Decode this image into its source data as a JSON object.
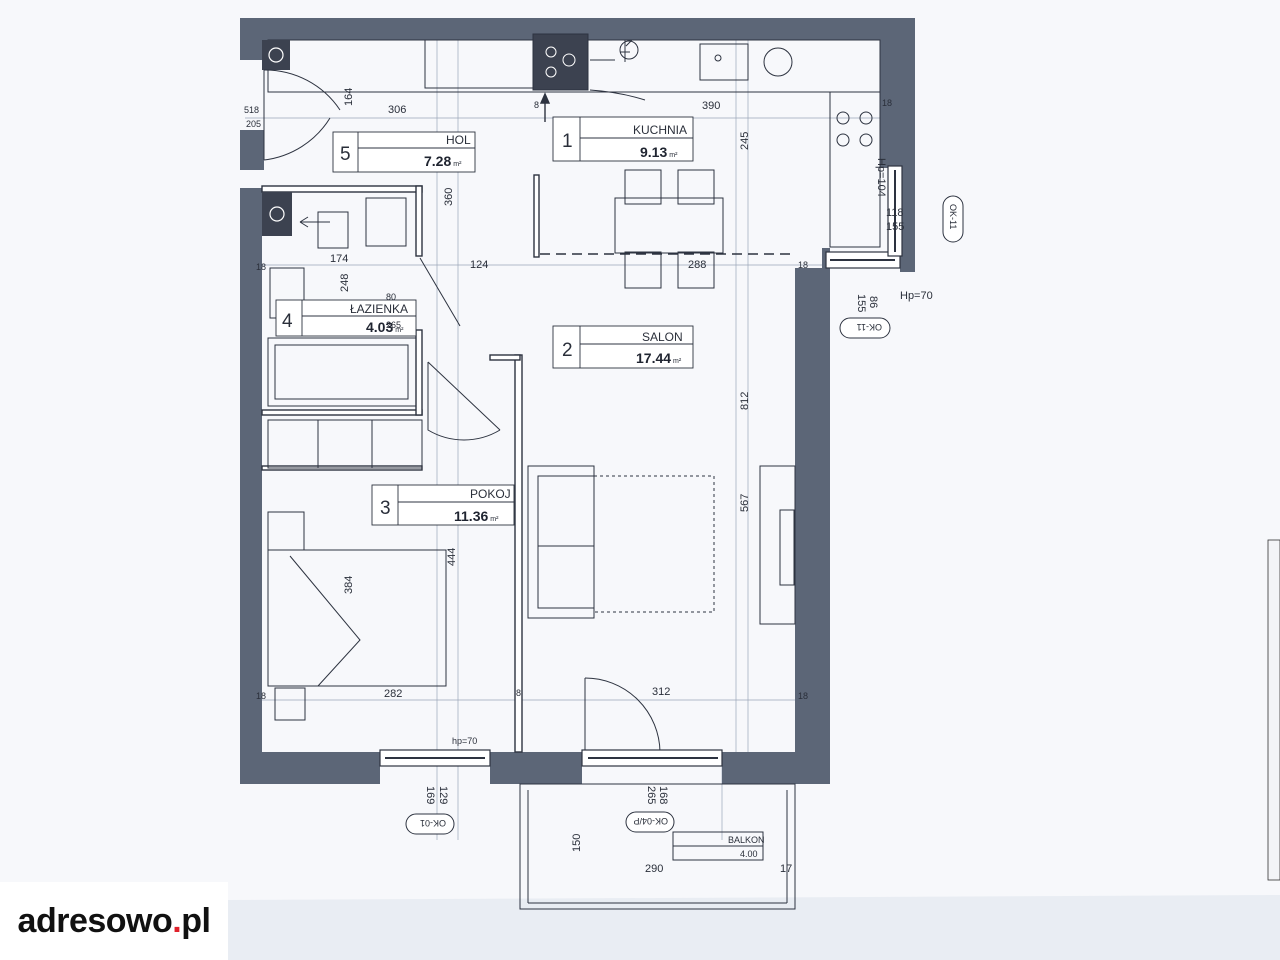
{
  "brand": {
    "name": "adresowo",
    "dot": ".",
    "tld": "pl",
    "accent": "#e0212b"
  },
  "rooms": [
    {
      "num": "1",
      "name": "KUCHNIA",
      "area": "9.13"
    },
    {
      "num": "2",
      "name": "SALON",
      "area": "17.44"
    },
    {
      "num": "3",
      "name": "POKOJ",
      "area": "11.36"
    },
    {
      "num": "4",
      "name": "ŁAZIENKA",
      "area": "4.03"
    },
    {
      "num": "5",
      "name": "HOL",
      "area": "7.28"
    }
  ],
  "area_unit": "m²",
  "balcony": {
    "name": "BALKON",
    "area": "4.00"
  },
  "dimensions": {
    "d306": "306",
    "d390": "390",
    "d164": "164",
    "d245": "245",
    "d360": "360",
    "d174": "174",
    "d248": "248",
    "d124": "124",
    "d288": "288",
    "d812": "812",
    "d567": "567",
    "d444": "444",
    "d384": "384",
    "d282": "282",
    "d312": "312",
    "d150": "150",
    "d290": "290",
    "d17": "17",
    "d18": "18",
    "d8": "8",
    "d118": "118",
    "d155": "155",
    "d86": "86",
    "d129": "129",
    "d169": "169",
    "d168": "168",
    "d265": "265",
    "d80": "80",
    "d518": "518",
    "d205": "205"
  },
  "heights": {
    "hp104": "Hp=104",
    "hp70": "Hp=70",
    "hp70b": "hp=70"
  },
  "windows": {
    "ok11": "OK-11",
    "ok01": "OK-01",
    "ok04p": "OK-04/P"
  }
}
